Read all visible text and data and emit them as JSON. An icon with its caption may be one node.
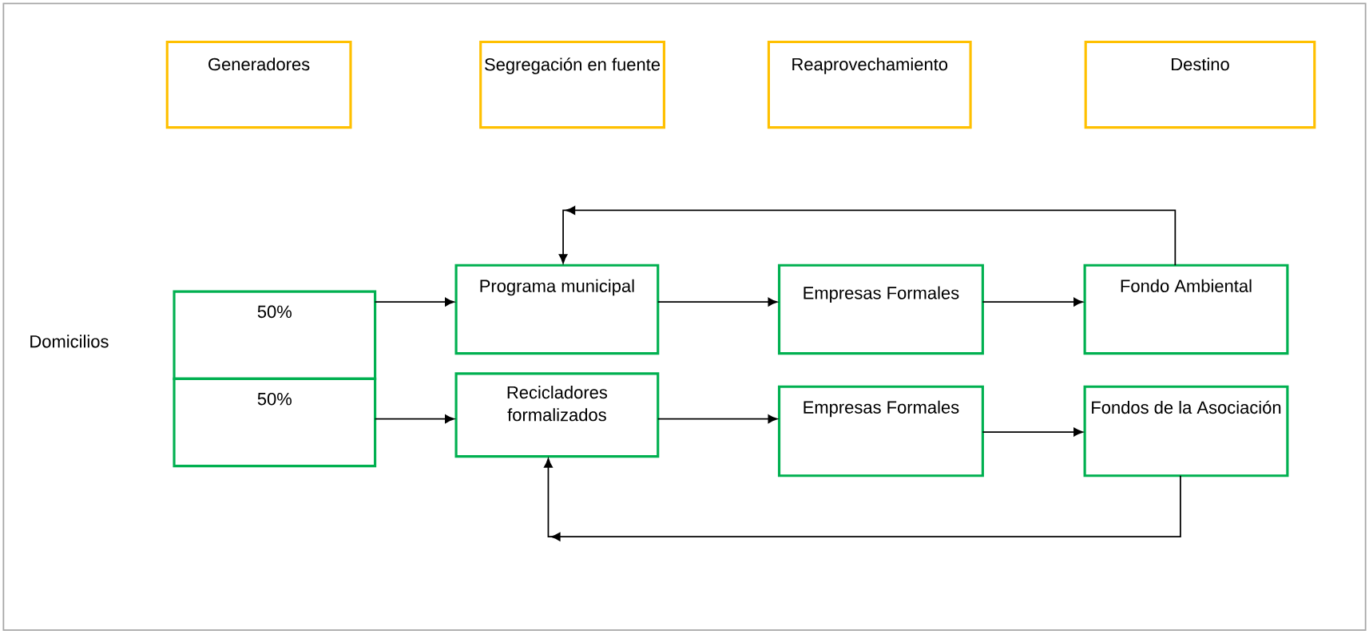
{
  "diagram": {
    "nodes": [
      {
        "text": [
          "Generadores"
        ]
      },
      {
        "text": [
          "Segregación en fuente"
        ]
      },
      {
        "text": [
          "Reaprovechamiento"
        ]
      },
      {
        "text": [
          "Destino"
        ]
      },
      {
        "text": [
          "50%"
        ]
      },
      {
        "text": [
          "50%"
        ]
      },
      {
        "text": [
          "Programa municipal"
        ]
      },
      {
        "text": [
          "Empresas Formales"
        ]
      },
      {
        "text": [
          "Fondo Ambiental"
        ]
      },
      {
        "text": [
          "Recicladores formalizados"
        ]
      },
      {
        "text": [
          "Empresas Formales"
        ]
      },
      {
        "text": [
          "Fondos de la Asociación"
        ]
      }
    ],
    "edges": [
      {
        "from": 4,
        "to": 6,
        "arrow": "to"
      },
      {
        "from": 6,
        "to": 7,
        "arrow": "to"
      },
      {
        "from": 7,
        "to": 8,
        "arrow": "to"
      },
      {
        "from": 8,
        "to": 6,
        "arrow": "to"
      },
      {
        "from": 5,
        "to": 9,
        "arrow": "to"
      },
      {
        "from": 9,
        "to": 10,
        "arrow": "to"
      },
      {
        "from": 10,
        "to": 11,
        "arrow": "to"
      },
      {
        "from": 11,
        "to": 9,
        "arrow": "to"
      }
    ],
    "labels": [
      "Domicilios"
    ]
  }
}
